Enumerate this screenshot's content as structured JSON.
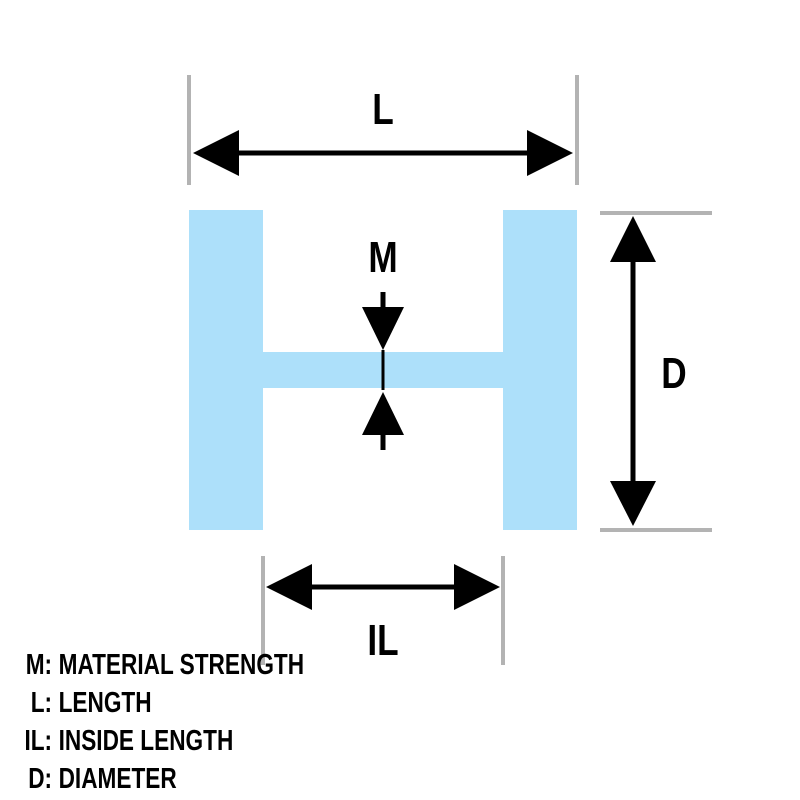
{
  "colors": {
    "shape_fill": "#ade0fa",
    "extension_line": "#b3b3b3",
    "arrow": "#000000"
  },
  "labels": {
    "length": "L",
    "material_strength": "M",
    "diameter": "D",
    "inside_length": "IL"
  },
  "legend": [
    {
      "key": "M",
      "text": "MATERIAL STRENGTH"
    },
    {
      "key": "L",
      "text": "LENGTH"
    },
    {
      "key": "IL",
      "text": "INSIDE LENGTH"
    },
    {
      "key": "D",
      "text": "DIAMETER"
    }
  ],
  "legend_separator": ":"
}
